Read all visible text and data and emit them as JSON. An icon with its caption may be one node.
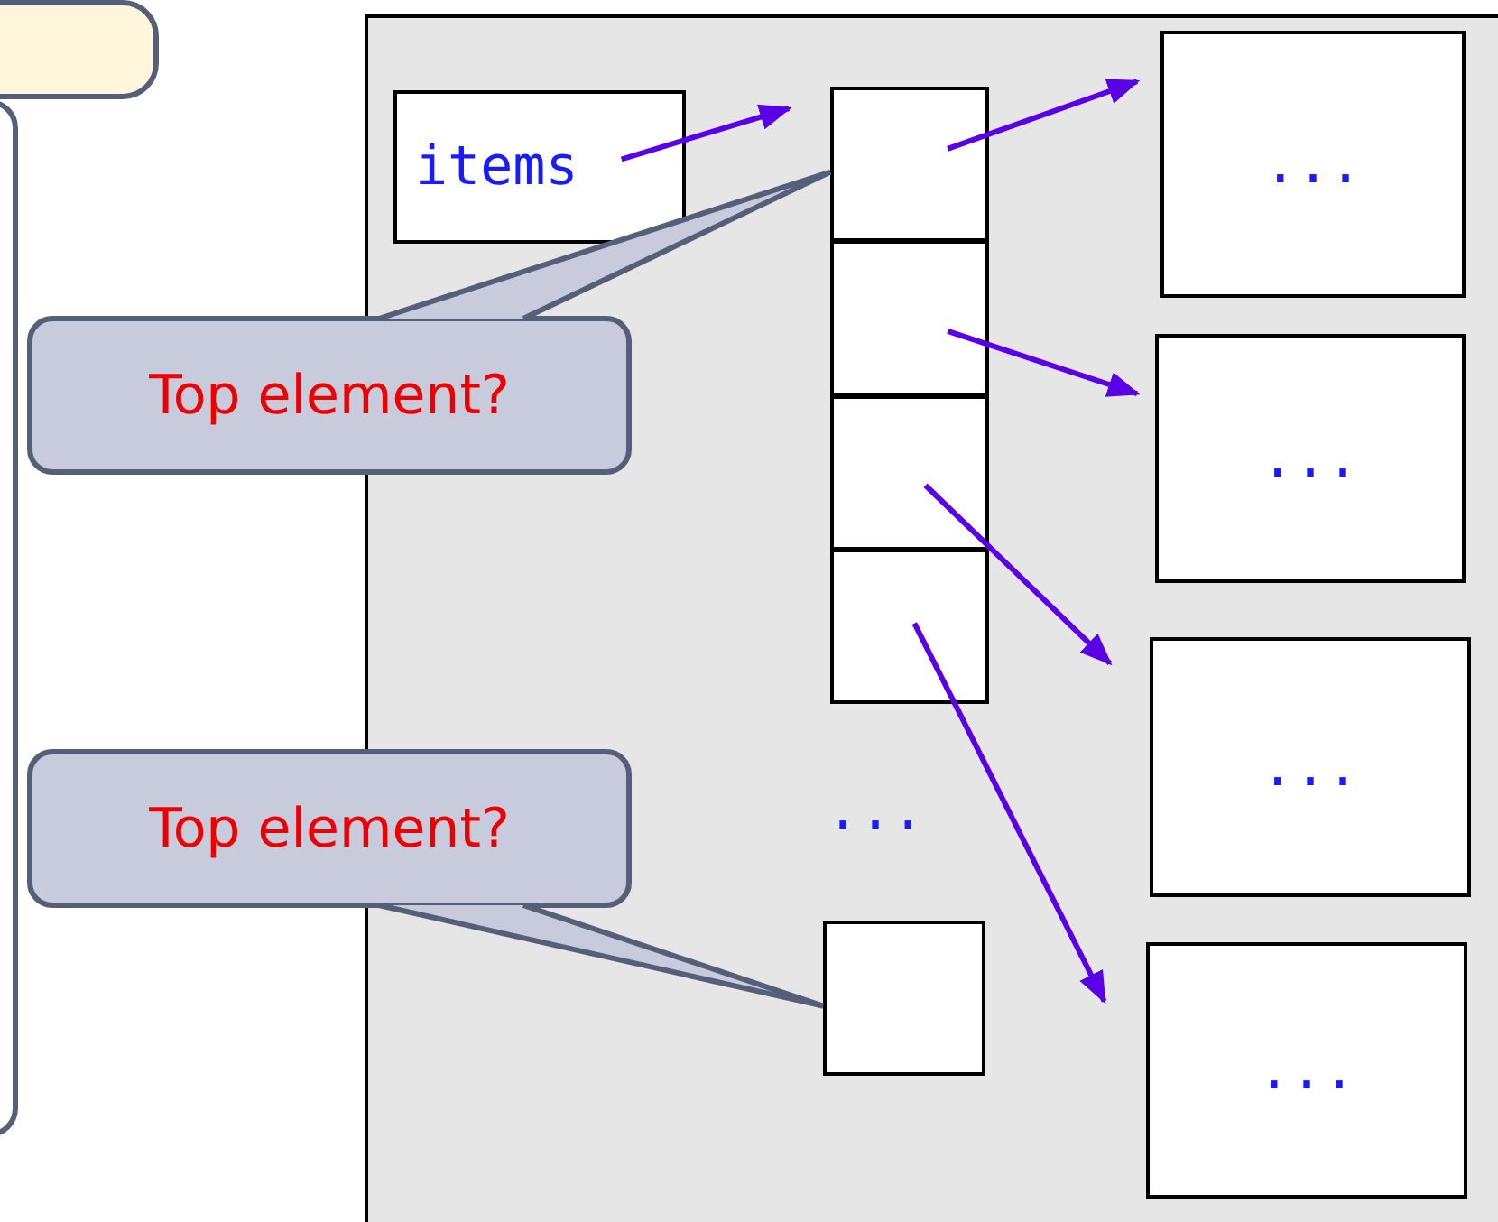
{
  "diagram": {
    "nodes": [
      {
        "text": [],
        "shape": "box"
      },
      {
        "text": [],
        "shape": "box"
      },
      {
        "text": [],
        "shape": "box"
      },
      {
        "text": [
          "items"
        ],
        "in": 2
      },
      {
        "text": [],
        "shape": "box",
        "in": 2
      },
      {
        "text": [],
        "shape": "box",
        "in": 2
      },
      {
        "text": [],
        "shape": "box",
        "in": 2
      },
      {
        "text": [],
        "shape": "box",
        "in": 2
      },
      {
        "text": [],
        "shape": "box",
        "in": 2
      },
      {
        "text": [
          "..."
        ],
        "in": 2
      },
      {
        "text": [
          "..."
        ],
        "in": 2
      },
      {
        "text": [
          "..."
        ],
        "in": 2
      },
      {
        "text": [
          "..."
        ],
        "in": 2
      },
      {
        "text": [
          "Top element?"
        ]
      },
      {
        "text": [
          "Top element?"
        ]
      }
    ],
    "edges": [
      {
        "from": 3,
        "to": 4,
        "arrow": "to"
      },
      {
        "from": 4,
        "to": 9,
        "arrow": "to"
      },
      {
        "from": 5,
        "to": 10,
        "arrow": "to"
      },
      {
        "from": 6,
        "to": 11,
        "arrow": "to"
      },
      {
        "from": 7,
        "to": 12,
        "arrow": "to"
      },
      {
        "from": 13,
        "to": 4,
        "arrow": "none",
        "color": "#555f78"
      },
      {
        "from": 14,
        "to": 8,
        "arrow": "none",
        "color": "#555f78"
      }
    ],
    "labels": [
      "..."
    ]
  }
}
